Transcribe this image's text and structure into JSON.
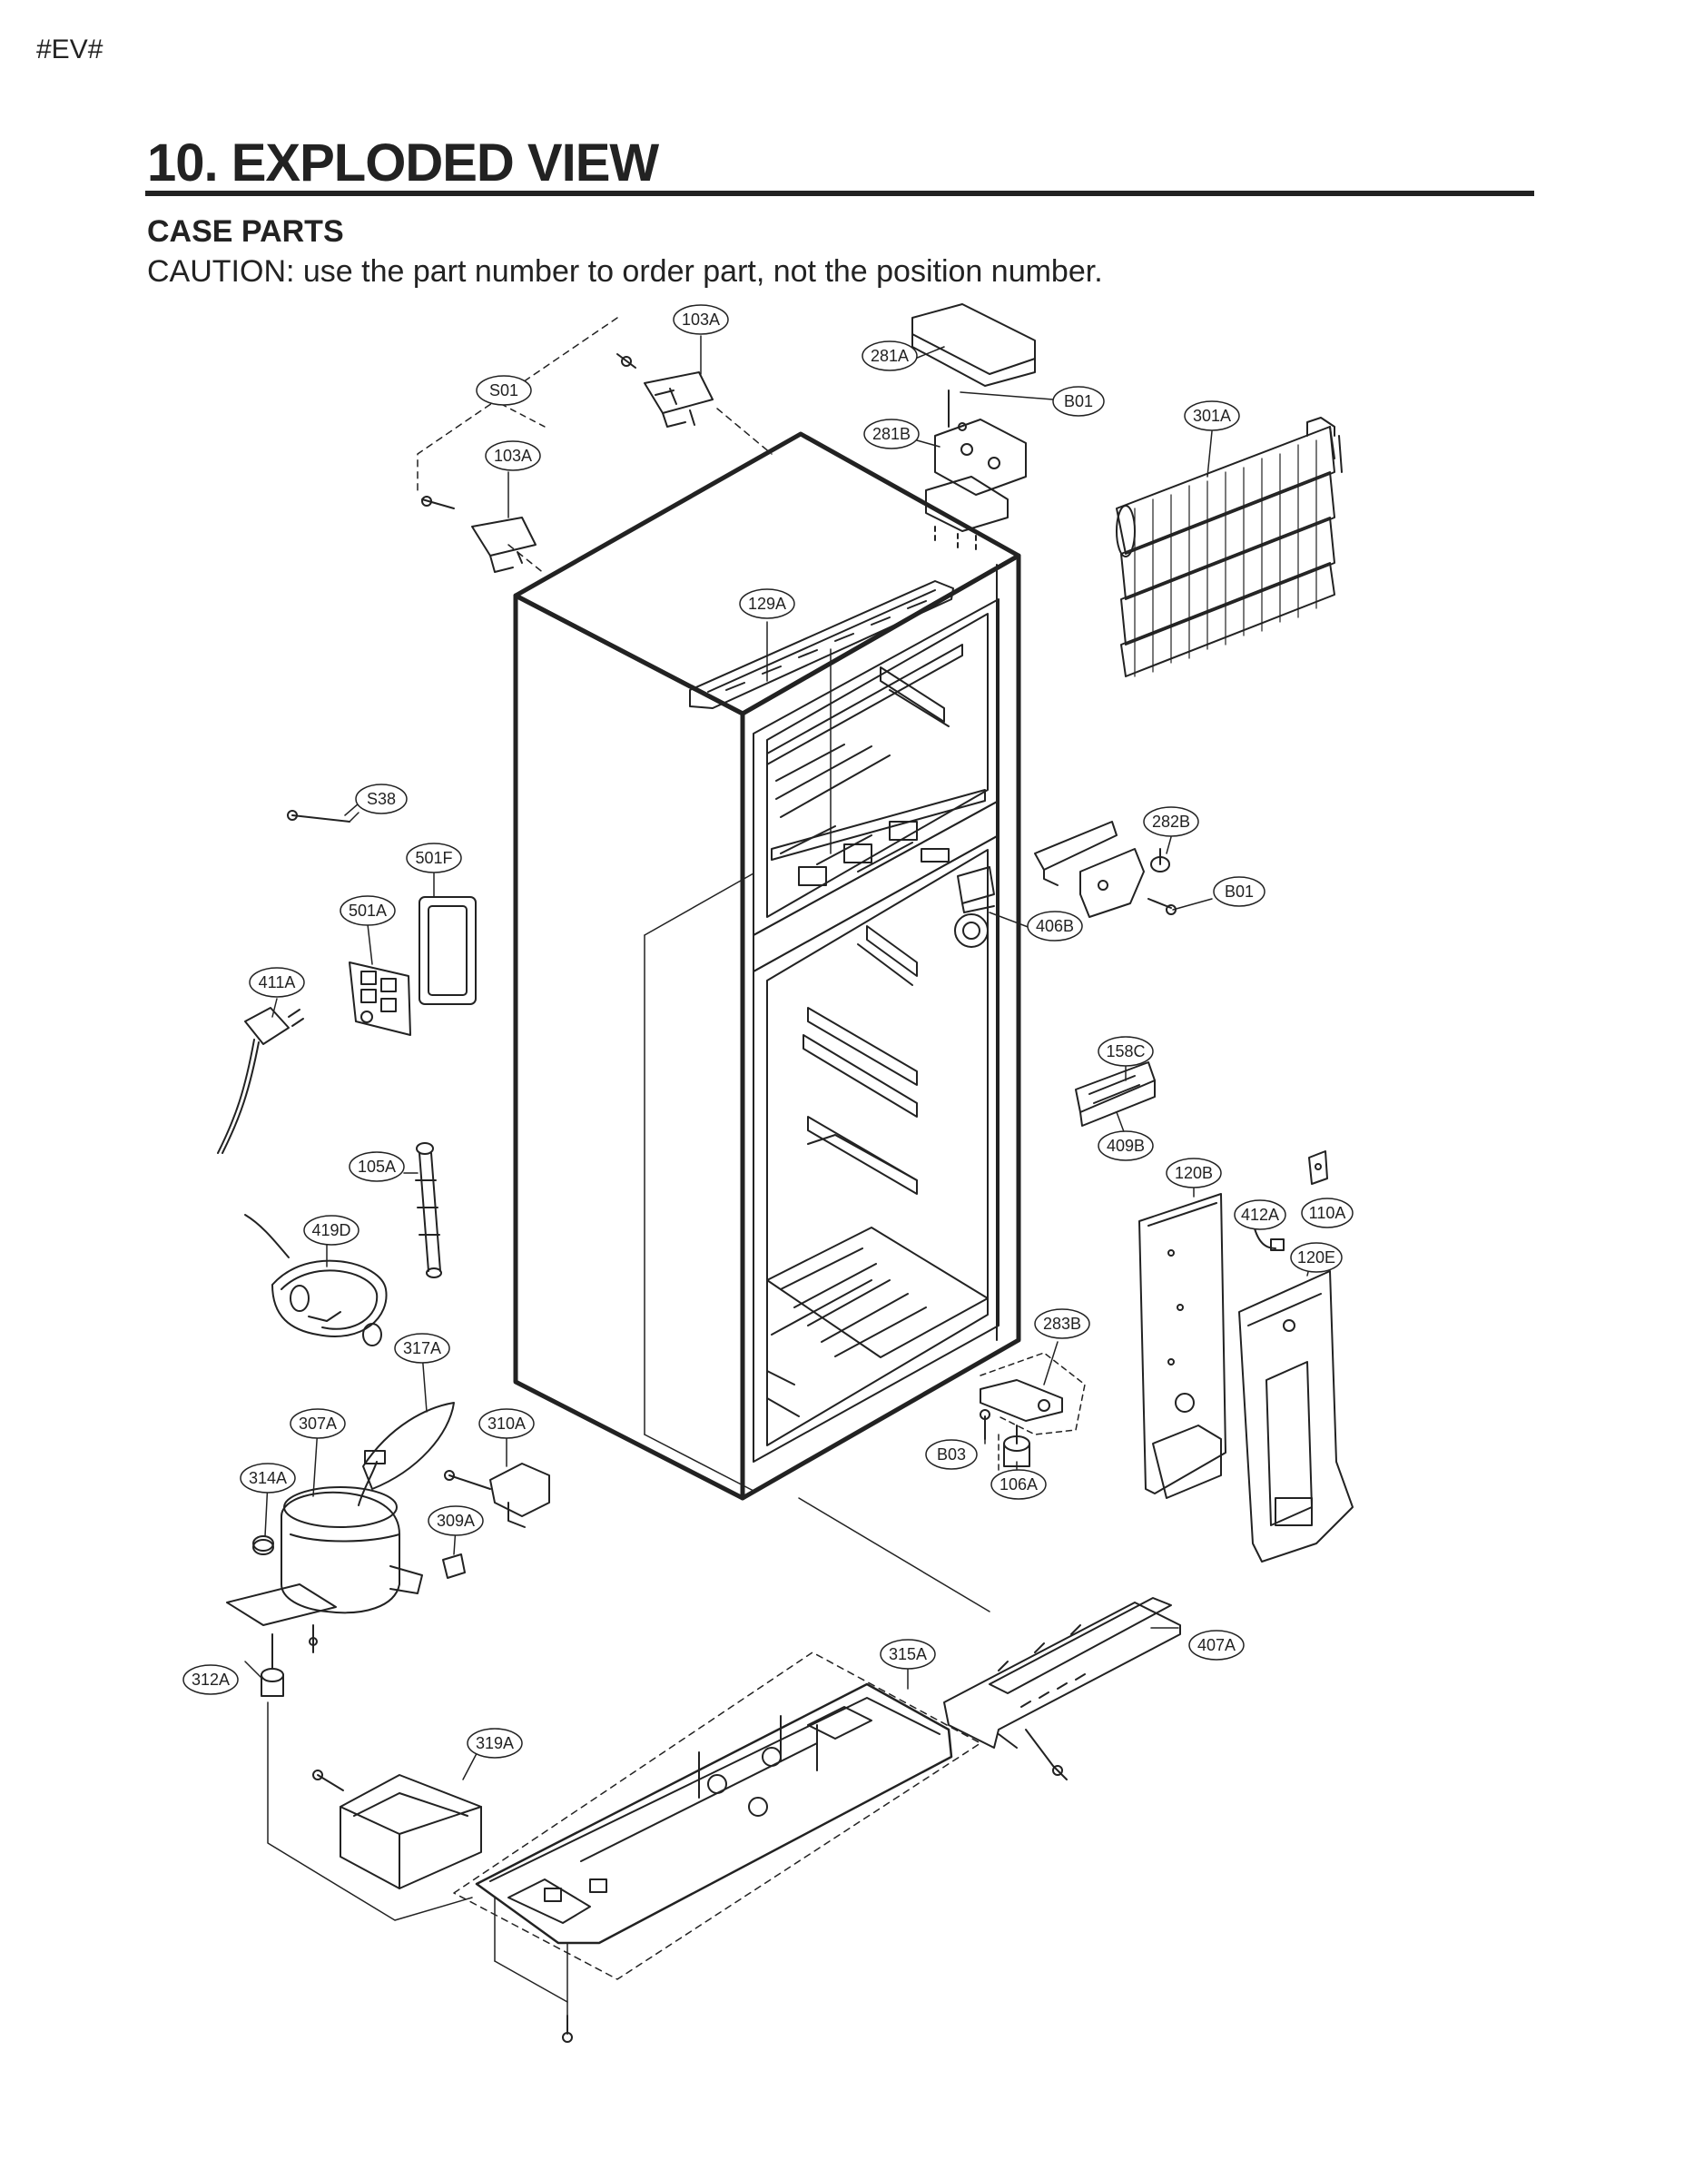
{
  "page_tag": "#EV#",
  "title": "10. EXPLODED VIEW",
  "section": "CASE PARTS",
  "caution": "CAUTION: use the part number to order part, not the position number.",
  "labels": {
    "l103A_top": "103A",
    "lS01": "S01",
    "l103A": "103A",
    "l281A": "281A",
    "lB01_top": "B01",
    "l281B": "281B",
    "l301A": "301A",
    "l129A": "129A",
    "lS38": "S38",
    "l501F": "501F",
    "l501A": "501A",
    "l411A": "411A",
    "l282B": "282B",
    "lB01_mid": "B01",
    "l406B": "406B",
    "l158C": "158C",
    "l409B": "409B",
    "l105A": "105A",
    "l120B": "120B",
    "l412A": "412A",
    "l110A": "110A",
    "l120E": "120E",
    "l419D": "419D",
    "l283B": "283B",
    "l317A": "317A",
    "l307A": "307A",
    "l310A": "310A",
    "lB03": "B03",
    "l106A": "106A",
    "l314A": "314A",
    "l309A": "309A",
    "l315A": "315A",
    "l407A": "407A",
    "l312A": "312A",
    "l319A": "319A"
  }
}
